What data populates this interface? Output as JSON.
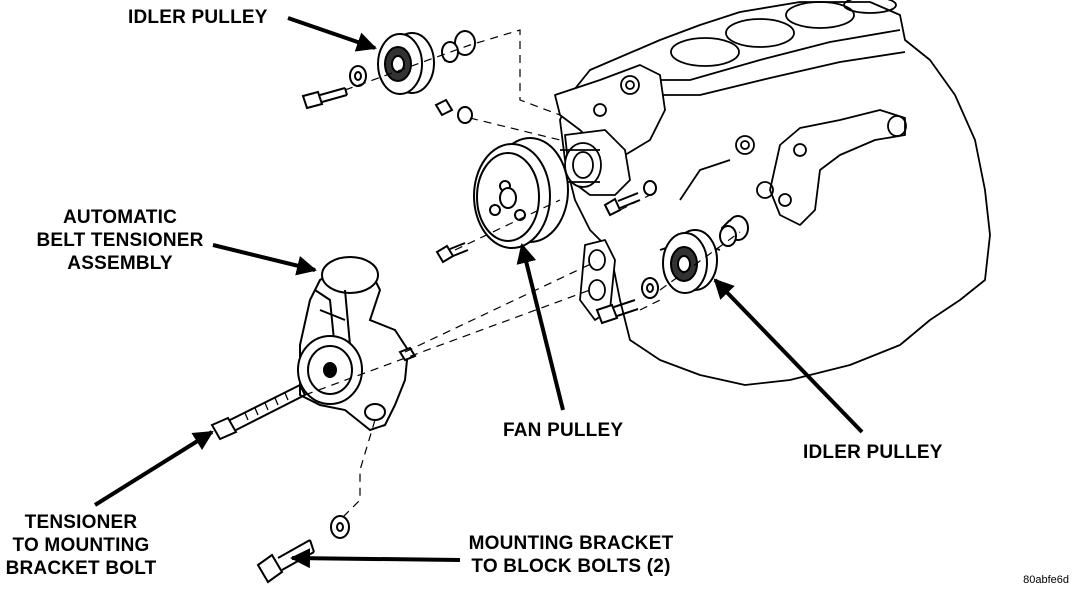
{
  "labels": {
    "idler_pulley_top": "IDLER PULLEY",
    "tensioner_assembly": [
      "AUTOMATIC",
      "BELT TENSIONER",
      "ASSEMBLY"
    ],
    "fan_pulley": "FAN PULLEY",
    "idler_pulley_right": "IDLER PULLEY",
    "tensioner_bolt": [
      "TENSIONER",
      "TO MOUNTING",
      "BRACKET BOLT"
    ],
    "mounting_bolts": [
      "MOUNTING BRACKET",
      "TO BLOCK BOLTS (2)"
    ]
  },
  "figure_id": "80abfe6d"
}
